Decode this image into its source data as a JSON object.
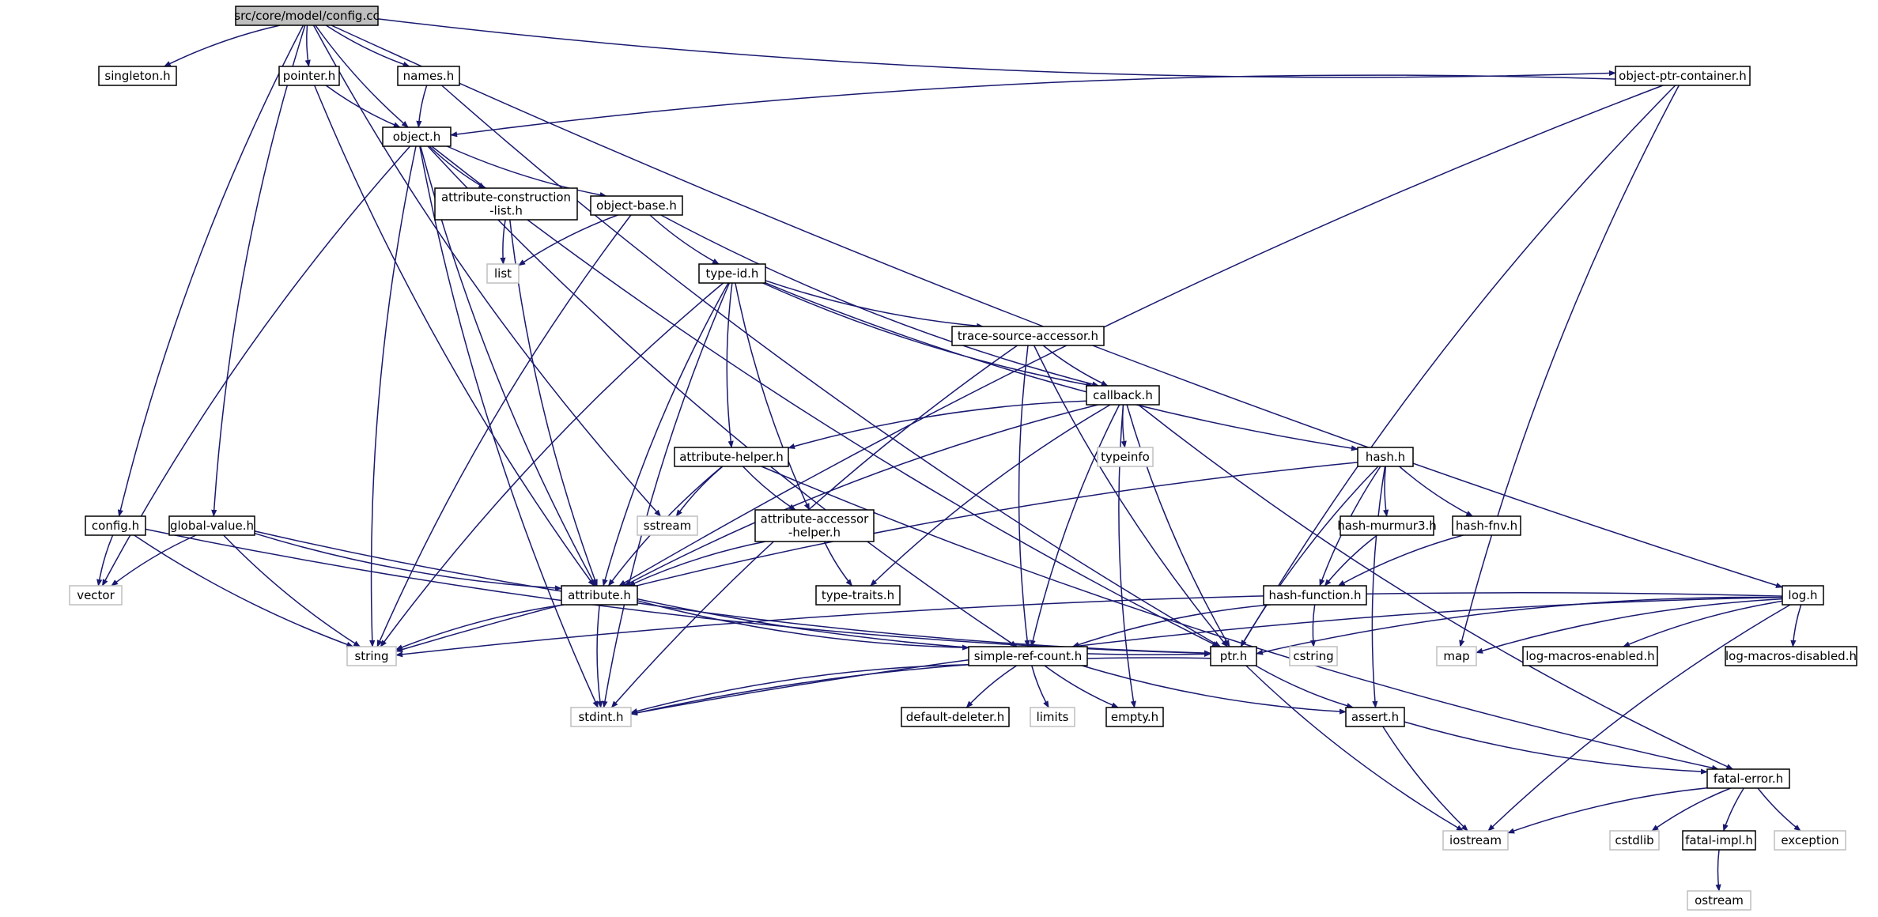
{
  "nodes": [
    {
      "id": "config_cc",
      "label": "src/core/model/config.cc",
      "kind": "root"
    },
    {
      "id": "singleton",
      "label": "singleton.h",
      "kind": "project"
    },
    {
      "id": "pointer",
      "label": "pointer.h",
      "kind": "project"
    },
    {
      "id": "names",
      "label": "names.h",
      "kind": "project"
    },
    {
      "id": "object",
      "label": "object.h",
      "kind": "project"
    },
    {
      "id": "opc",
      "label": "object-ptr-container.h",
      "kind": "project"
    },
    {
      "id": "acl",
      "label": "attribute-construction\n-list.h",
      "kind": "project"
    },
    {
      "id": "object_base",
      "label": "object-base.h",
      "kind": "project"
    },
    {
      "id": "list",
      "label": "list",
      "kind": "system"
    },
    {
      "id": "type_id",
      "label": "type-id.h",
      "kind": "project"
    },
    {
      "id": "tsa",
      "label": "trace-source-accessor.h",
      "kind": "project"
    },
    {
      "id": "callback",
      "label": "callback.h",
      "kind": "project"
    },
    {
      "id": "typeinfo",
      "label": "typeinfo",
      "kind": "system"
    },
    {
      "id": "attr_helper",
      "label": "attribute-helper.h",
      "kind": "project"
    },
    {
      "id": "hash",
      "label": "hash.h",
      "kind": "project"
    },
    {
      "id": "sstream",
      "label": "sstream",
      "kind": "system"
    },
    {
      "id": "aah",
      "label": "attribute-accessor\n-helper.h",
      "kind": "project"
    },
    {
      "id": "hash_murmur3",
      "label": "hash-murmur3.h",
      "kind": "project"
    },
    {
      "id": "hash_fnv",
      "label": "hash-fnv.h",
      "kind": "project"
    },
    {
      "id": "config_h",
      "label": "config.h",
      "kind": "project"
    },
    {
      "id": "global_value",
      "label": "global-value.h",
      "kind": "project"
    },
    {
      "id": "vector",
      "label": "vector",
      "kind": "system"
    },
    {
      "id": "attribute",
      "label": "attribute.h",
      "kind": "project"
    },
    {
      "id": "type_traits",
      "label": "type-traits.h",
      "kind": "project"
    },
    {
      "id": "hash_function",
      "label": "hash-function.h",
      "kind": "project"
    },
    {
      "id": "log",
      "label": "log.h",
      "kind": "project"
    },
    {
      "id": "string",
      "label": "string",
      "kind": "system"
    },
    {
      "id": "src",
      "label": "simple-ref-count.h",
      "kind": "project"
    },
    {
      "id": "ptr",
      "label": "ptr.h",
      "kind": "project"
    },
    {
      "id": "cstring",
      "label": "cstring",
      "kind": "system"
    },
    {
      "id": "map",
      "label": "map",
      "kind": "system"
    },
    {
      "id": "lme",
      "label": "log-macros-enabled.h",
      "kind": "project"
    },
    {
      "id": "lmd",
      "label": "log-macros-disabled.h",
      "kind": "project"
    },
    {
      "id": "stdint",
      "label": "stdint.h",
      "kind": "system"
    },
    {
      "id": "default_deleter",
      "label": "default-deleter.h",
      "kind": "project"
    },
    {
      "id": "limits",
      "label": "limits",
      "kind": "system"
    },
    {
      "id": "empty",
      "label": "empty.h",
      "kind": "project"
    },
    {
      "id": "assert",
      "label": "assert.h",
      "kind": "project"
    },
    {
      "id": "fatal_error",
      "label": "fatal-error.h",
      "kind": "project"
    },
    {
      "id": "iostream",
      "label": "iostream",
      "kind": "system"
    },
    {
      "id": "cstdlib",
      "label": "cstdlib",
      "kind": "system"
    },
    {
      "id": "fatal_impl",
      "label": "fatal-impl.h",
      "kind": "project"
    },
    {
      "id": "exception",
      "label": "exception",
      "kind": "system"
    },
    {
      "id": "ostream",
      "label": "ostream",
      "kind": "system"
    }
  ],
  "edges": [
    [
      "config_cc",
      "singleton"
    ],
    [
      "config_cc",
      "pointer"
    ],
    [
      "config_cc",
      "names"
    ],
    [
      "config_cc",
      "object"
    ],
    [
      "config_cc",
      "opc"
    ],
    [
      "config_cc",
      "config_h"
    ],
    [
      "config_cc",
      "global_value"
    ],
    [
      "config_cc",
      "sstream"
    ],
    [
      "config_cc",
      "log"
    ],
    [
      "pointer",
      "object"
    ],
    [
      "pointer",
      "attribute"
    ],
    [
      "names",
      "object"
    ],
    [
      "names",
      "ptr"
    ],
    [
      "opc",
      "object"
    ],
    [
      "opc",
      "attribute"
    ],
    [
      "opc",
      "ptr"
    ],
    [
      "opc",
      "map"
    ],
    [
      "object",
      "acl"
    ],
    [
      "object",
      "object_base"
    ],
    [
      "object",
      "attribute"
    ],
    [
      "object",
      "string"
    ],
    [
      "object",
      "vector"
    ],
    [
      "object",
      "stdint"
    ],
    [
      "object",
      "src"
    ],
    [
      "object",
      "ptr"
    ],
    [
      "acl",
      "list"
    ],
    [
      "acl",
      "attribute"
    ],
    [
      "object_base",
      "list"
    ],
    [
      "object_base",
      "type_id"
    ],
    [
      "object_base",
      "string"
    ],
    [
      "object_base",
      "callback"
    ],
    [
      "type_id",
      "tsa"
    ],
    [
      "type_id",
      "callback"
    ],
    [
      "type_id",
      "attr_helper"
    ],
    [
      "type_id",
      "aah"
    ],
    [
      "type_id",
      "attribute"
    ],
    [
      "type_id",
      "hash"
    ],
    [
      "type_id",
      "string"
    ],
    [
      "type_id",
      "stdint"
    ],
    [
      "tsa",
      "callback"
    ],
    [
      "tsa",
      "src"
    ],
    [
      "tsa",
      "ptr"
    ],
    [
      "tsa",
      "stdint"
    ],
    [
      "callback",
      "typeinfo"
    ],
    [
      "callback",
      "attr_helper"
    ],
    [
      "callback",
      "attribute"
    ],
    [
      "callback",
      "type_traits"
    ],
    [
      "callback",
      "src"
    ],
    [
      "callback",
      "ptr"
    ],
    [
      "callback",
      "empty"
    ],
    [
      "callback",
      "fatal_error"
    ],
    [
      "attr_helper",
      "sstream"
    ],
    [
      "attr_helper",
      "aah"
    ],
    [
      "attr_helper",
      "attribute"
    ],
    [
      "attr_helper",
      "fatal_error"
    ],
    [
      "aah",
      "attribute"
    ],
    [
      "aah",
      "type_traits"
    ],
    [
      "hash",
      "hash_murmur3"
    ],
    [
      "hash",
      "hash_fnv"
    ],
    [
      "hash",
      "hash_function"
    ],
    [
      "hash",
      "string"
    ],
    [
      "hash",
      "assert"
    ],
    [
      "hash",
      "ptr"
    ],
    [
      "hash_murmur3",
      "hash_function"
    ],
    [
      "hash_fnv",
      "hash_function"
    ],
    [
      "hash_function",
      "cstring"
    ],
    [
      "hash_function",
      "src"
    ],
    [
      "config_h",
      "vector"
    ],
    [
      "config_h",
      "string"
    ],
    [
      "config_h",
      "ptr"
    ],
    [
      "global_value",
      "vector"
    ],
    [
      "global_value",
      "string"
    ],
    [
      "global_value",
      "attribute"
    ],
    [
      "global_value",
      "ptr"
    ],
    [
      "attribute",
      "string"
    ],
    [
      "attribute",
      "stdint"
    ],
    [
      "attribute",
      "src"
    ],
    [
      "attribute",
      "ptr"
    ],
    [
      "log",
      "string"
    ],
    [
      "log",
      "ptr"
    ],
    [
      "log",
      "map"
    ],
    [
      "log",
      "lme"
    ],
    [
      "log",
      "lmd"
    ],
    [
      "log",
      "iostream"
    ],
    [
      "log",
      "stdint"
    ],
    [
      "src",
      "stdint"
    ],
    [
      "src",
      "default_deleter"
    ],
    [
      "src",
      "limits"
    ],
    [
      "src",
      "empty"
    ],
    [
      "src",
      "assert"
    ],
    [
      "ptr",
      "stdint"
    ],
    [
      "ptr",
      "assert"
    ],
    [
      "ptr",
      "iostream"
    ],
    [
      "assert",
      "iostream"
    ],
    [
      "assert",
      "fatal_error"
    ],
    [
      "fatal_error",
      "iostream"
    ],
    [
      "fatal_error",
      "cstdlib"
    ],
    [
      "fatal_error",
      "fatal_impl"
    ],
    [
      "fatal_error",
      "exception"
    ],
    [
      "fatal_impl",
      "ostream"
    ]
  ]
}
